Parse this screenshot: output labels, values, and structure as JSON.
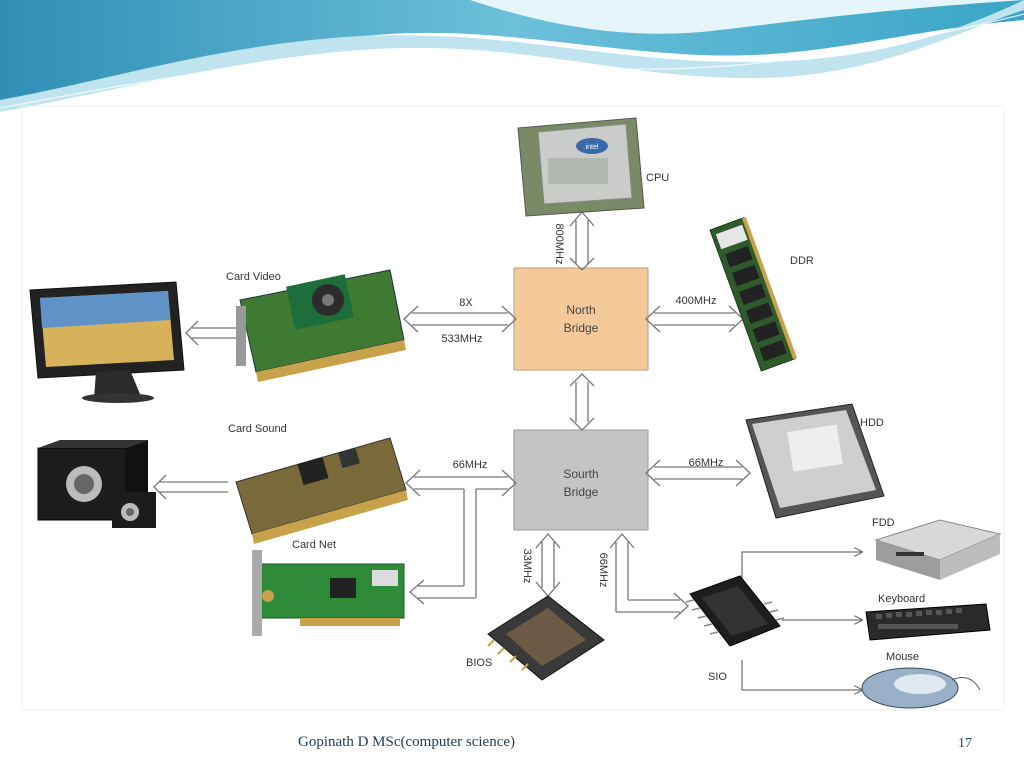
{
  "slide": {
    "author": "Gopinath D MSc(computer science)",
    "page_number": "17",
    "faded_heading": ""
  },
  "colors": {
    "wave_dark": "#3a9fc0",
    "wave_light": "#bfe3ef",
    "north_bridge_fill": "#f6c99a",
    "south_bridge_fill": "#c4c4c4",
    "arrow_stroke": "#777777"
  },
  "diagram": {
    "components": {
      "cpu": "CPU",
      "ddr": "DDR",
      "card_video": "Card Video",
      "card_sound": "Card Sound",
      "card_net": "Card Net",
      "hdd": "HDD",
      "fdd": "FDD",
      "keyboard": "Keyboard",
      "mouse": "Mouse",
      "bios": "BIOS",
      "sio": "SIO"
    },
    "north_bridge": [
      "North",
      "Bridge"
    ],
    "south_bridge": [
      "Sourth",
      "Bridge"
    ],
    "speeds": {
      "cpu_north": "800MHz",
      "north_ddr": "400MHz",
      "video_agp": "8X",
      "video_speed": "533MHz",
      "south_pci": "66MHz",
      "south_hdd": "66MHz",
      "south_bios": "33MHz",
      "south_sio": "66MHz"
    },
    "icons": {
      "cpu": "cpu-chip-icon",
      "ddr": "ram-module-icon",
      "card_video": "video-card-icon",
      "monitor": "monitor-icon",
      "card_sound": "sound-card-icon",
      "speakers": "speakers-icon",
      "card_net": "network-card-icon",
      "hdd": "hard-drive-icon",
      "fdd": "floppy-drive-icon",
      "keyboard": "keyboard-icon",
      "mouse": "mouse-icon",
      "bios": "bios-chip-icon",
      "sio": "sio-chip-icon"
    }
  }
}
